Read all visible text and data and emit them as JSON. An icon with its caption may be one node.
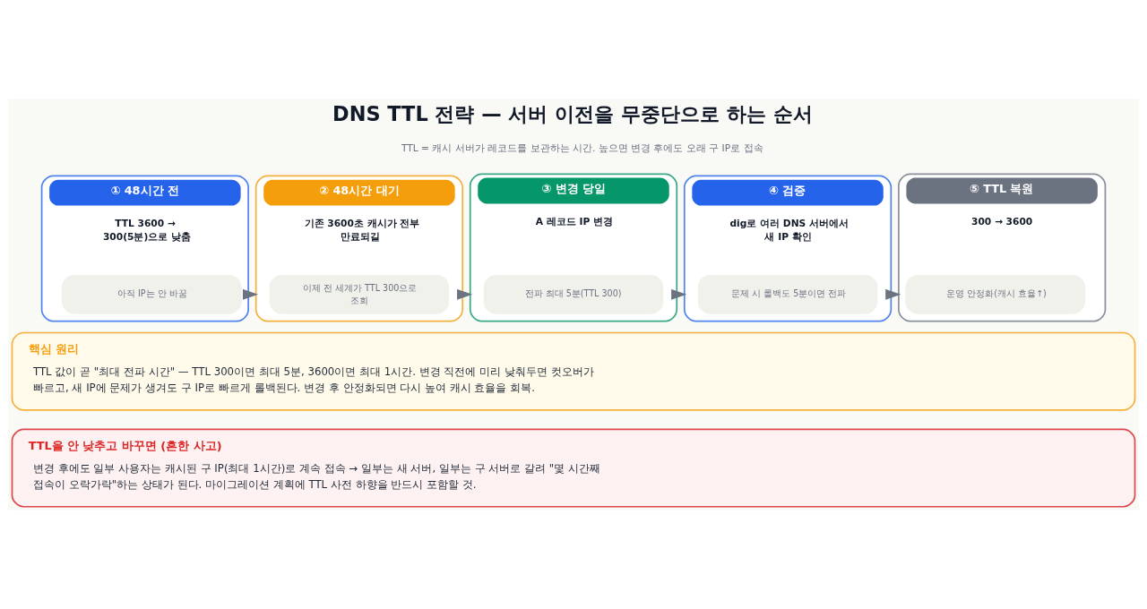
{
  "diagram": {
    "title": "DNS TTL 전략 — 서버 이전을 무중단으로 하는 순서",
    "nodes": [
      {
        "text": [
          "① 48시간 전",
          "TTL 3600 → 300(5분)으로 낮춤"
        ]
      },
      {
        "text": [
          "아직 IP는 안 바꿈"
        ],
        "in": 0
      },
      {
        "text": [
          "② 48시간 대기",
          "기존 3600초 캐시가 전부 만료되길"
        ]
      },
      {
        "text": [
          "이제 전 세계가 TTL 300으로 조회"
        ],
        "in": 2
      },
      {
        "text": [
          "③ 변경 당일",
          "A 레코드 IP 변경"
        ]
      },
      {
        "text": [
          "전파 최대 5분(TTL 300)"
        ],
        "in": 4
      },
      {
        "text": [
          "④ 검증",
          "dig로 여러 DNS 서버에서 새 IP 확인"
        ]
      },
      {
        "text": [
          "문제 시 롤백도 5분이면 전파"
        ],
        "in": 6
      },
      {
        "text": [
          "⑤ TTL 복원",
          "300 → 3600"
        ]
      },
      {
        "text": [
          "운영 안정화(캐시 효율↑)"
        ],
        "in": 8
      },
      {
        "text": [
          "핵심 원리",
          "TTL 값이 곧 \"최대 전파 시간\" — TTL 300이면 최대 5분, 3600이면 최대 1시간. 변경 직전에 미리 낮춰두면 컷오버가 빠르고, 새 IP에 문제가 생겨도 구 IP로 빠르게 롤백된다. 변경 후 안정화되면 다시 높여 캐시 효율을 회복."
        ]
      },
      {
        "text": [
          "TTL을 안 낮추고 바꾸면 (흔한 사고)",
          "변경 후에도 일부 사용자는 캐시된 구 IP(최대 1시간)로 계속 접속 → 일부는 새 서버, 일부는 구 서버로 갈려 \"몇 시간째 접속이 오락가락\"하는 상태가 된다. 마이그레이션 계획에 TTL 사전 하향을 반드시 포함할 것."
        ]
      }
    ],
    "edges": [
      {
        "from": 0,
        "to": 2,
        "arrow": "to"
      },
      {
        "from": 2,
        "to": 4,
        "arrow": "to"
      },
      {
        "from": 4,
        "to": 6,
        "arrow": "to"
      },
      {
        "from": 6,
        "to": 8,
        "arrow": "to"
      }
    ],
    "labels": [
      "TTL = 캐시 서버가 레코드를 보관하는 시간. 높으면 변경 후에도 오래 구 IP로 접속"
    ]
  }
}
